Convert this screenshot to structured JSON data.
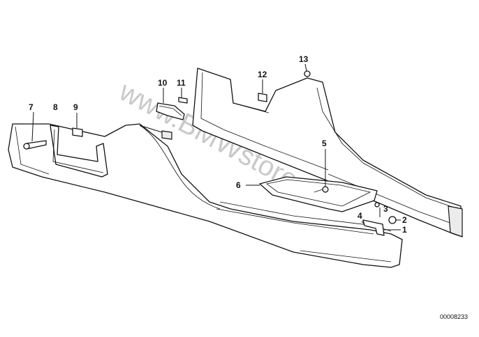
{
  "watermark": "www.BMWstore.pl",
  "document_number": "00008233",
  "callouts": [
    {
      "id": "1",
      "label": "1"
    },
    {
      "id": "2",
      "label": "2"
    },
    {
      "id": "3",
      "label": "3"
    },
    {
      "id": "4",
      "label": "4"
    },
    {
      "id": "5",
      "label": "5"
    },
    {
      "id": "6",
      "label": "6"
    },
    {
      "id": "7",
      "label": "7"
    },
    {
      "id": "8",
      "label": "8"
    },
    {
      "id": "9",
      "label": "9"
    },
    {
      "id": "10",
      "label": "10"
    },
    {
      "id": "11",
      "label": "11"
    },
    {
      "id": "12",
      "label": "12"
    },
    {
      "id": "13",
      "label": "13"
    }
  ]
}
